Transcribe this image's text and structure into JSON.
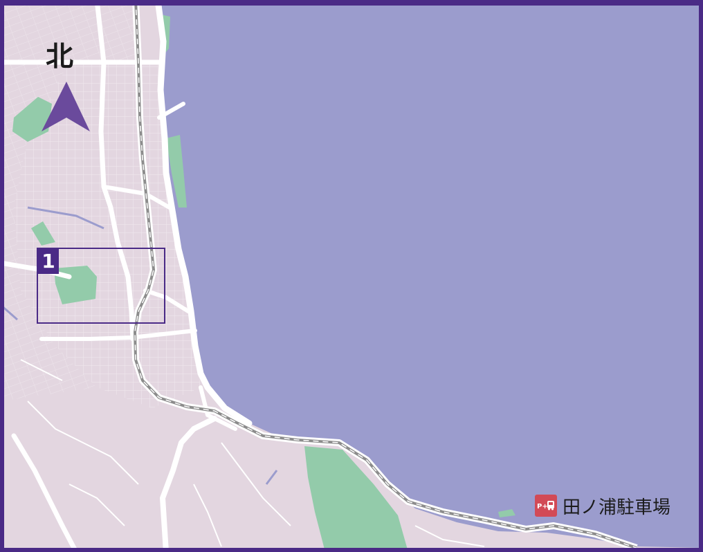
{
  "north": {
    "label": "北"
  },
  "area": {
    "number": "1"
  },
  "parking": {
    "label": "田ノ浦駐車場",
    "icon": "park-and-ride-bus-icon",
    "icon_text": "P+"
  },
  "colors": {
    "frame": "#4a2a86",
    "sea": "#9b9ccd",
    "land": "#e3d6e0",
    "park": "#93cbaa",
    "road": "#ffffff",
    "railway": "#8c8c8c",
    "parking_icon": "#d24a56"
  }
}
